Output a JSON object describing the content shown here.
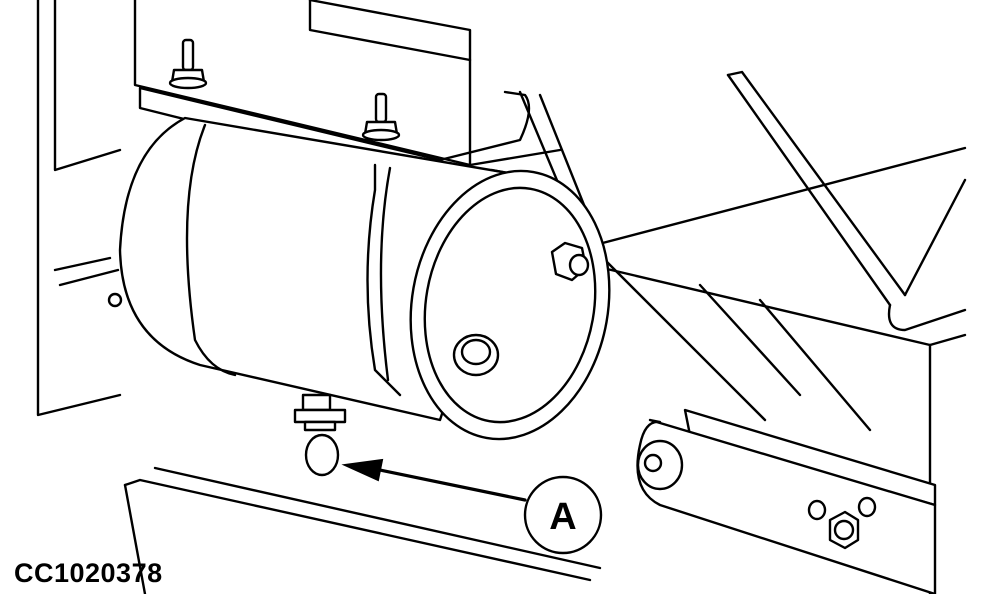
{
  "figure_id": "CC1020378",
  "callouts": [
    {
      "label": "A",
      "target": "drain-valve"
    }
  ],
  "colors": {
    "line": "#000000",
    "background": "#ffffff"
  },
  "icons": {
    "callout_marker": "circle-letter",
    "pointer": "arrow-left"
  }
}
